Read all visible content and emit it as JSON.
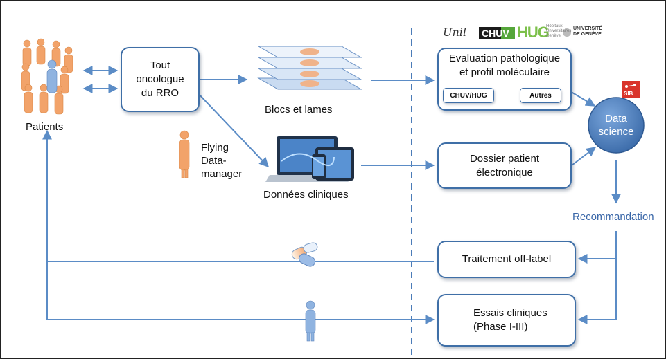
{
  "nodes": {
    "patients": "Patients",
    "oncologist": [
      "Tout",
      "oncologue",
      "du RRO"
    ],
    "blocks": "Blocs et lames",
    "flying": [
      "Flying",
      "Data-",
      "manager"
    ],
    "clinical_data": "Données cliniques",
    "evaluation": [
      "Evaluation pathologique",
      "et profil moléculaire"
    ],
    "chuv_hug": "CHUV/HUG",
    "autres": "Autres",
    "dossier": [
      "Dossier patient",
      "électronique"
    ],
    "data_science": [
      "Data",
      "science"
    ],
    "recommandation": "Recommandation",
    "traitement": "Traitement off-label",
    "essais": [
      "Essais cliniques",
      "(Phase I-III)"
    ]
  },
  "logos": {
    "unil": "Unil",
    "chuv": "CHUV",
    "hug": "HUG",
    "hopitaux": [
      "Hôpitaux",
      "Universitaires",
      "Genève"
    ],
    "unige": [
      "UNIVERSITÉ",
      "DE GENÈVE"
    ],
    "sib": "SIB"
  },
  "colors": {
    "accent": "#3f6fa7",
    "arrow": "#5b8cc6",
    "person_orange": "#f2a36a",
    "person_blue": "#8fb3e0",
    "data_science_fill": "#4d7fbf",
    "recommandation_text": "#3a67a8"
  }
}
